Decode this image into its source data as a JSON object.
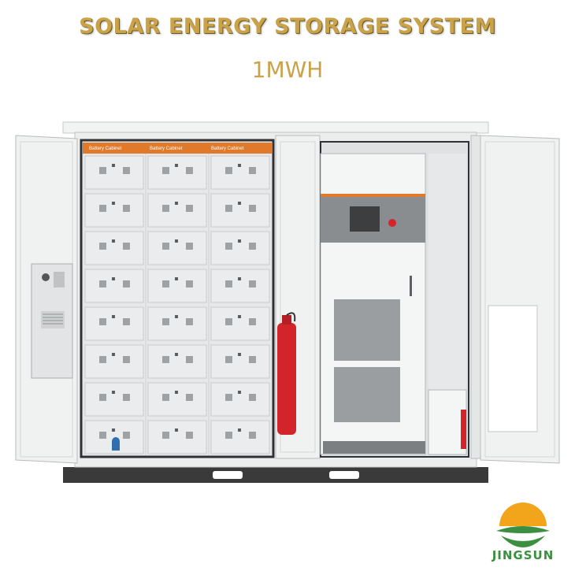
{
  "header": {
    "title": "SOLAR ENERGY STORAGE SYSTEM",
    "subtitle": "1MWH"
  },
  "cabinet_labels": [
    "Battery Cabinet",
    "Battery Cabinet",
    "Battery Cabinet"
  ],
  "brand": {
    "name": "JINGSUN",
    "logo_icon": "sun-leaf-logo-icon",
    "colors": {
      "sun": "#f2a51b",
      "leaf": "#3b8f3e"
    }
  },
  "colors": {
    "title_gold": "#c9a24a",
    "cabinet_frame": "#eceeee",
    "battery_panel": "#e6e7e8",
    "accent_orange": "#e07a2a",
    "extinguisher_red": "#d2242a",
    "base_rail": "#3a3a3a"
  }
}
